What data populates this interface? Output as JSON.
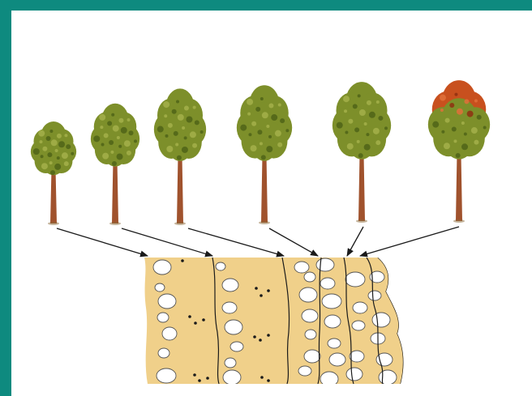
{
  "colors": {
    "frame": "#0e8a7f",
    "background": "#ffffff",
    "foliage": "#7d8f2a",
    "foliage_dark": "#4f6418",
    "foliage_light": "#a3b04a",
    "autumn_foliage": "#c8501e",
    "trunk": "#a0522d",
    "wood": "#f0d08a",
    "ring_line": "#1a1a1a",
    "vessel": "#ffffff"
  },
  "trees": [
    {
      "id": "tree-1",
      "autumn": false
    },
    {
      "id": "tree-2",
      "autumn": false
    },
    {
      "id": "tree-3",
      "autumn": false
    },
    {
      "id": "tree-4",
      "autumn": false
    },
    {
      "id": "tree-5",
      "autumn": false
    },
    {
      "id": "tree-6",
      "autumn": true
    }
  ],
  "growth_rings": 6
}
